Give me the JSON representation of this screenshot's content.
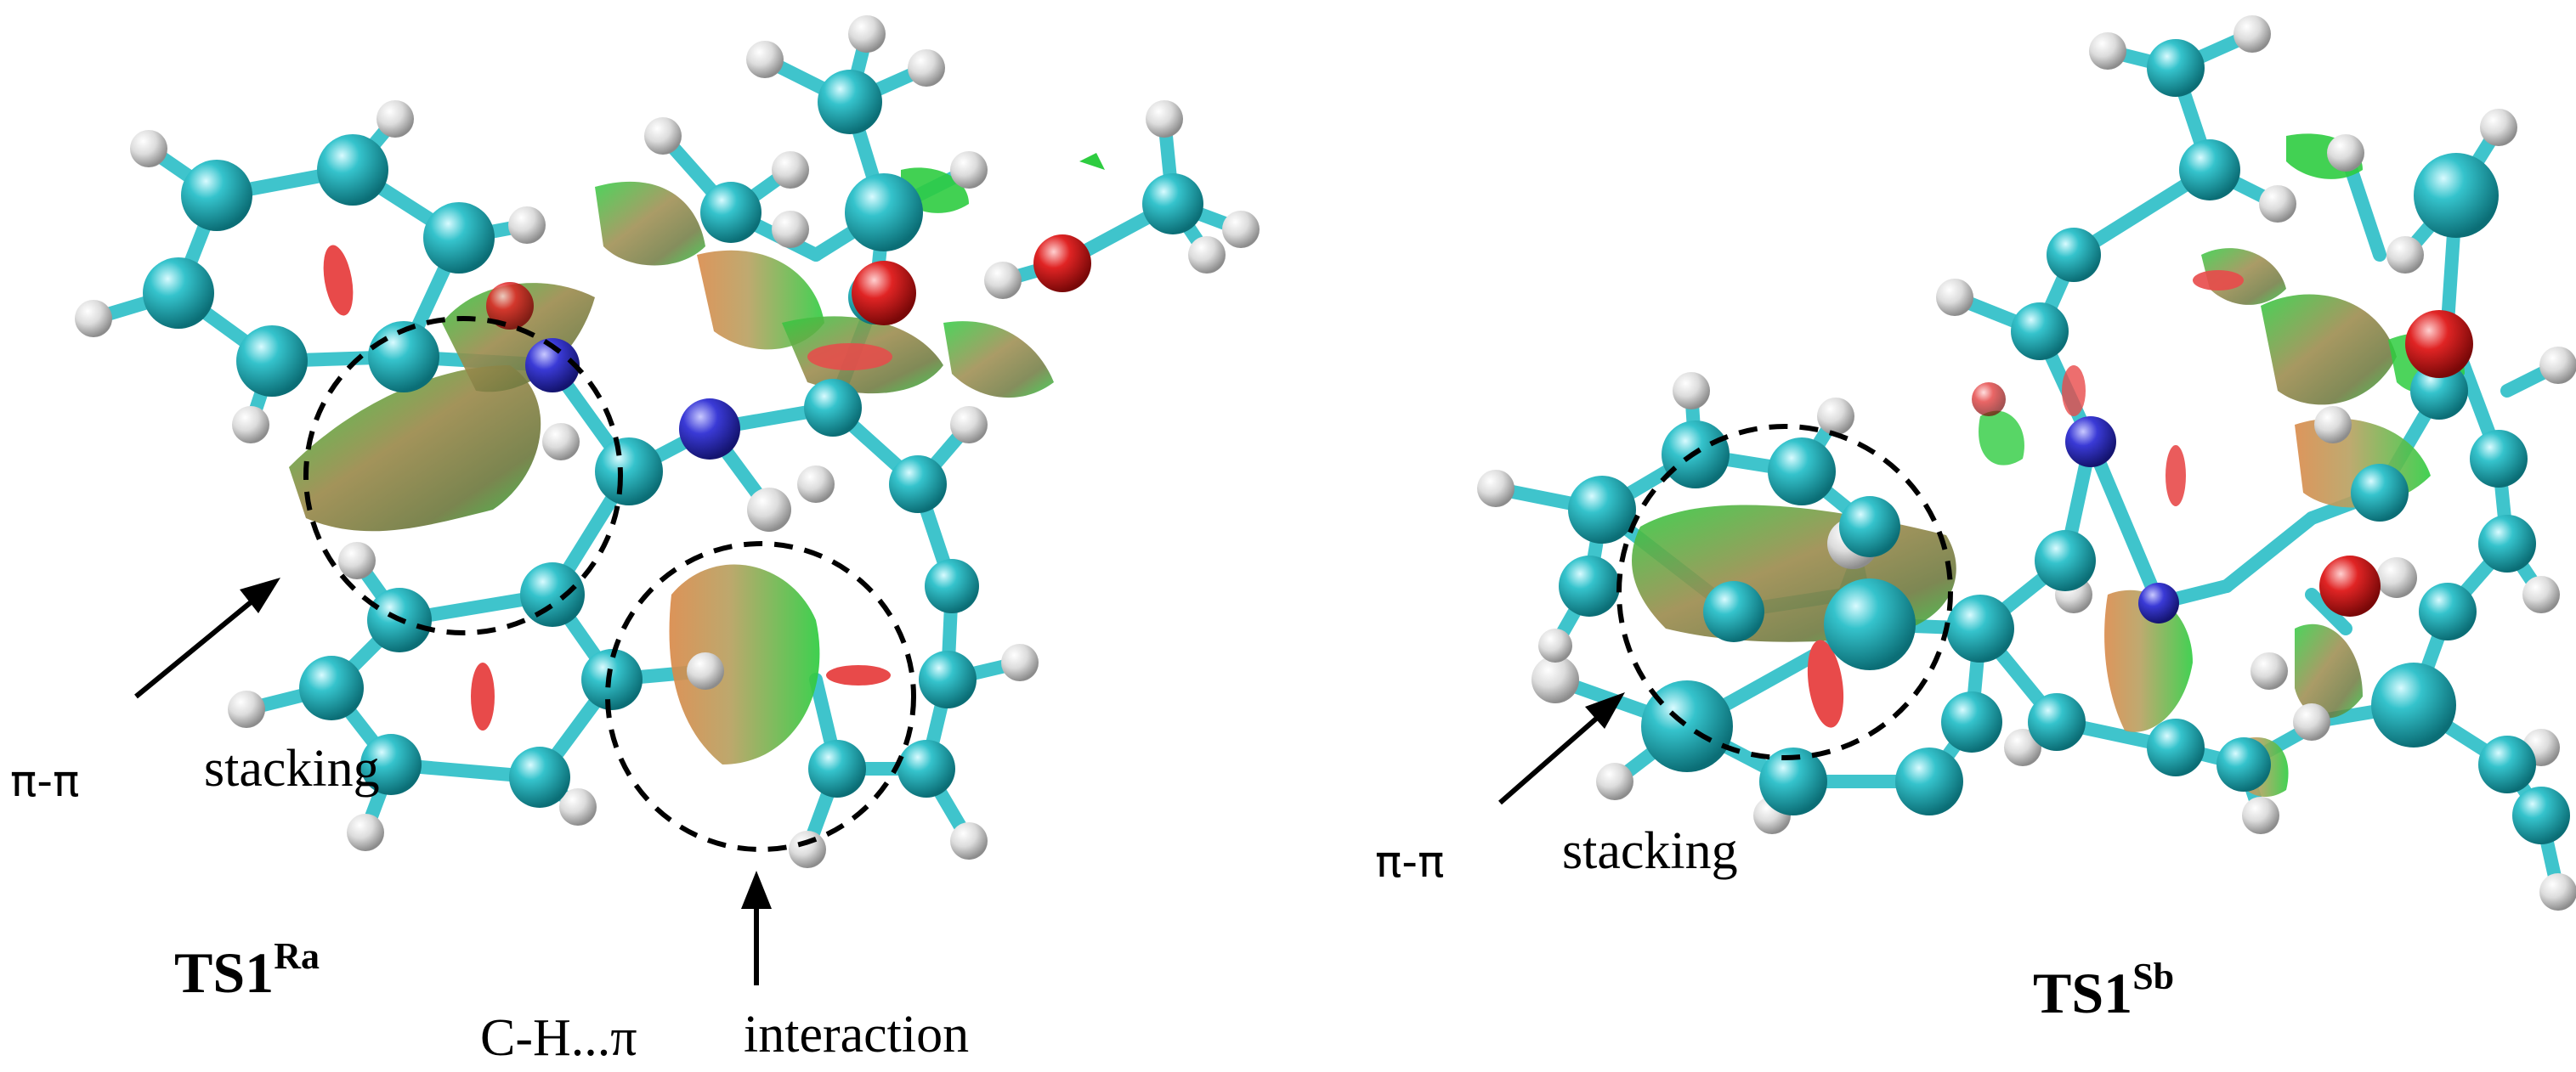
{
  "left_panel": {
    "name_main": "TS1",
    "name_sup": "Ra",
    "stacking_pi": "π-π",
    "stacking_word": "stacking",
    "ch_pi": "C-H...π",
    "ch_word": "interaction"
  },
  "right_panel": {
    "name_main": "TS1",
    "name_sup": "Sb",
    "stacking_pi": "π-π",
    "stacking_word": "stacking"
  },
  "colors": {
    "carbon": "#29b5bf",
    "hydrogen": "#e6e6e6",
    "nitrogen": "#3a3ad6",
    "oxygen": "#d61f1f",
    "bond": "#3fc4cc",
    "surface_green": "#2ecc40",
    "surface_tan": "#b59a5a",
    "surface_red": "#e84a4a"
  }
}
